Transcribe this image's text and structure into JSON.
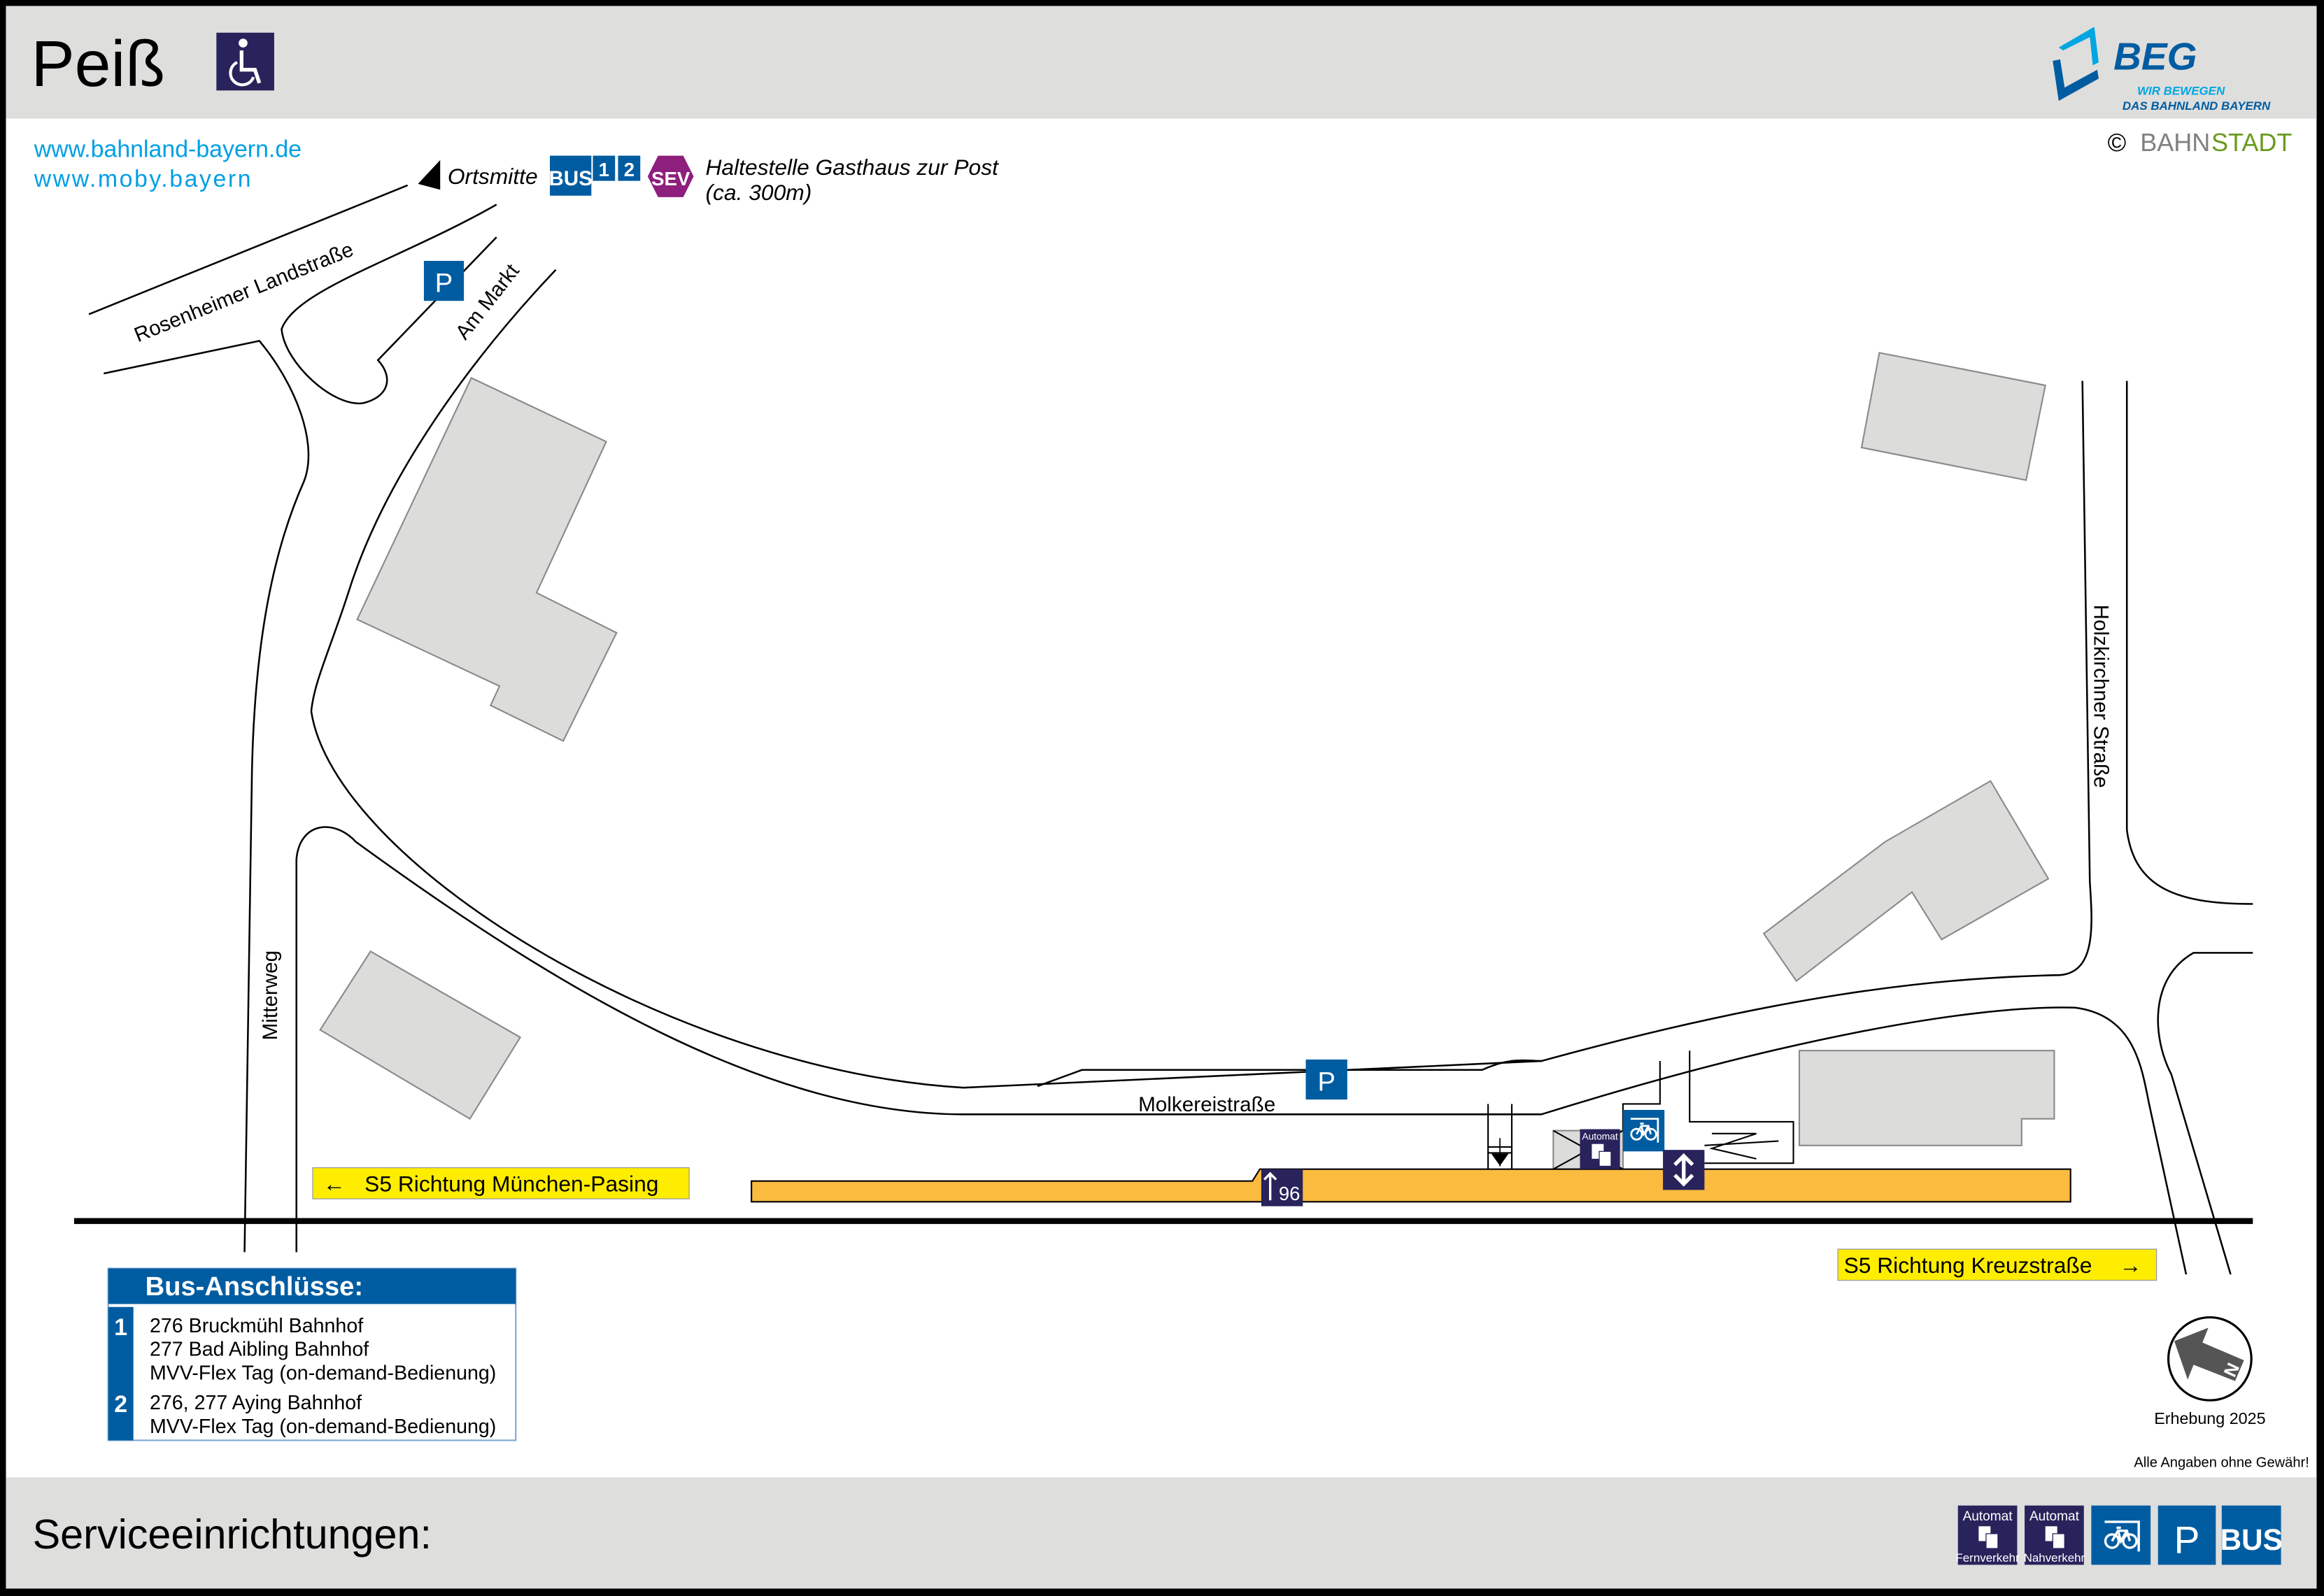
{
  "header": {
    "station_name": "Peiß",
    "accessibility_icon": "wheelchair-icon",
    "logo": {
      "name": "BEG",
      "tagline_1": "WIR BEWEGEN",
      "tagline_2": "DAS BAHNLAND BAYERN"
    },
    "copyright": {
      "symbol": "©",
      "brand_part1": "BAHN",
      "brand_part2": "STADT"
    }
  },
  "links": [
    "www.bahnland-bayern.de",
    "www.moby.bayern"
  ],
  "town_center": {
    "label": "Ortsmitte",
    "bus_badge": "BUS",
    "bus_lines": [
      "1",
      "2"
    ],
    "sev_badge": "SEV",
    "stop_name": "Haltestelle Gasthaus zur Post",
    "distance": "(ca. 300m)"
  },
  "streets": {
    "rosenheimer": "Rosenheimer Landstraße",
    "am_markt": "Am Markt",
    "mitterweg": "Mitterweg",
    "molkerei": "Molkereistraße",
    "holzkirchner": "Holzkirchner Straße"
  },
  "map_icons": {
    "parking": "P",
    "automat": "Automat",
    "track_number": "96"
  },
  "directions": {
    "west": {
      "arrow": "←",
      "label": "S5 Richtung München-Pasing"
    },
    "east": {
      "arrow": "→",
      "label": "S5 Richtung Kreuzstraße"
    }
  },
  "bus_connections": {
    "title": "Bus-Anschlüsse:",
    "groups": [
      {
        "number": "1",
        "lines": [
          "276 Bruckmühl Bahnhof",
          "277 Bad Aibling Bahnhof",
          "MVV-Flex Tag (on-demand-Bedienung)"
        ]
      },
      {
        "number": "2",
        "lines": [
          "276, 277 Aying Bahnhof",
          "MVV-Flex Tag (on-demand-Bedienung)"
        ]
      }
    ]
  },
  "survey": "Erhebung 2025",
  "disclaimer": "Alle Angaben ohne Gewähr!",
  "footer": {
    "title": "Serviceeinrichtungen:",
    "services": [
      {
        "icon": "ticket-machine-long-distance-icon",
        "top": "Automat",
        "bottom": "Fernverkehr"
      },
      {
        "icon": "ticket-machine-regional-icon",
        "top": "Automat",
        "bottom": "Nahverkehr"
      },
      {
        "icon": "bike-parking-icon"
      },
      {
        "icon": "parking-icon",
        "label": "P"
      },
      {
        "icon": "bus-icon",
        "label": "BUS"
      }
    ]
  },
  "colors": {
    "navy": "#29235c",
    "blue": "#005ca1",
    "link": "#009fe3",
    "sev": "#8e1f7d",
    "platform": "#fbbb3f",
    "direction_box": "#ffed00",
    "panel_gray": "#dededd",
    "green": "#6b9a1e"
  }
}
